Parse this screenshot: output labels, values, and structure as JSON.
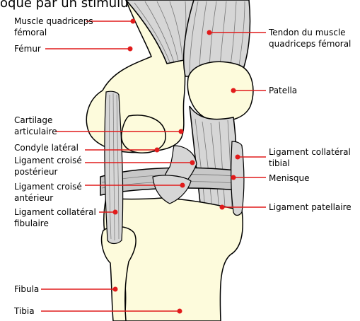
{
  "caption": "oqué par un stimulus.",
  "colors": {
    "bone": "#fdfbdc",
    "ligament": "#d4d4d4",
    "outline": "#000000",
    "pointer": "#e11b1b"
  },
  "labels_left": {
    "quadriceps_l1": "Muscle quadriceps",
    "quadriceps_l2": "fémoral",
    "femur": "Fémur",
    "cartilage_l1": "Cartilage",
    "cartilage_l2": "articulaire",
    "condyle": "Condyle latéral",
    "post_cruciate_l1": "Ligament croisé",
    "post_cruciate_l2": "postérieur",
    "ant_cruciate_l1": "Ligament croisé",
    "ant_cruciate_l2": "antérieur",
    "fibular_coll_l1": "Ligament collatéral",
    "fibular_coll_l2": "fibulaire",
    "fibula": "Fibula",
    "tibia": "Tibia"
  },
  "labels_right": {
    "quad_tendon_l1": "Tendon du muscle",
    "quad_tendon_l2": "quadriceps fémoral",
    "patella": "Patella",
    "tibial_coll_l1": "Ligament collatéral",
    "tibial_coll_l2": "tibial",
    "meniscus": "Menisque",
    "patellar_lig": "Ligament patellaire"
  }
}
